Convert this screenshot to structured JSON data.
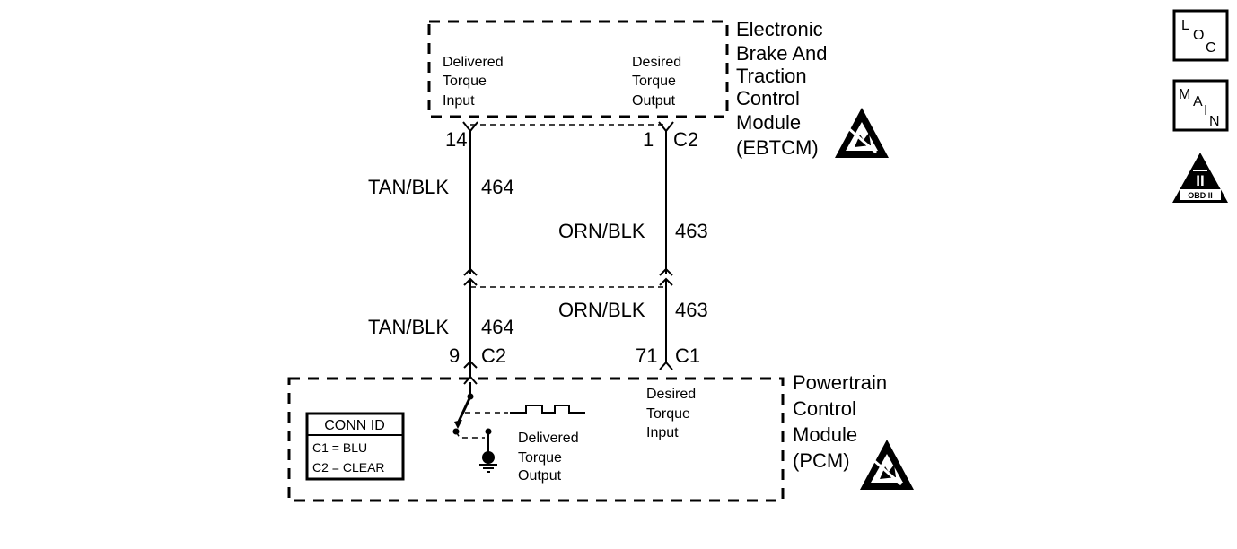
{
  "ebtcm": {
    "name_lines": [
      "Electronic",
      "Brake And",
      "Traction",
      "Control",
      "Module",
      "(EBTCM)"
    ],
    "pin_left_label": [
      "Delivered",
      "Torque",
      "Input"
    ],
    "pin_right_label": [
      "Desired",
      "Torque",
      "Output"
    ],
    "pin_left_number": "14",
    "pin_right_number": "1",
    "connector": "C2"
  },
  "pcm": {
    "name_lines": [
      "Powertrain",
      "Control",
      "Module",
      "(PCM)"
    ],
    "pin_left_number": "9",
    "pin_left_connector": "C2",
    "pin_right_number": "71",
    "pin_right_connector": "C1",
    "pin_right_label": [
      "Desired",
      "Torque",
      "Input"
    ],
    "output_label": [
      "Delivered",
      "Torque",
      "Output"
    ]
  },
  "wires": {
    "upper_left": {
      "color": "TAN/BLK",
      "circuit": "464"
    },
    "upper_right": {
      "color": "ORN/BLK",
      "circuit": "463"
    },
    "lower_left": {
      "color": "TAN/BLK",
      "circuit": "464"
    },
    "lower_right": {
      "color": "ORN/BLK",
      "circuit": "463"
    }
  },
  "conn_id": {
    "title": "CONN ID",
    "lines": [
      "C1 = BLU",
      "C2 = CLEAR"
    ]
  },
  "side_icons": {
    "loc": [
      "L",
      "O",
      "C"
    ],
    "main": [
      "M",
      "A",
      "I",
      "N"
    ],
    "obd_symbol": "II",
    "obd_label": "OBD II"
  },
  "icons": [
    "esd-warning-icon",
    "ground-icon",
    "pulse-signal-icon"
  ]
}
